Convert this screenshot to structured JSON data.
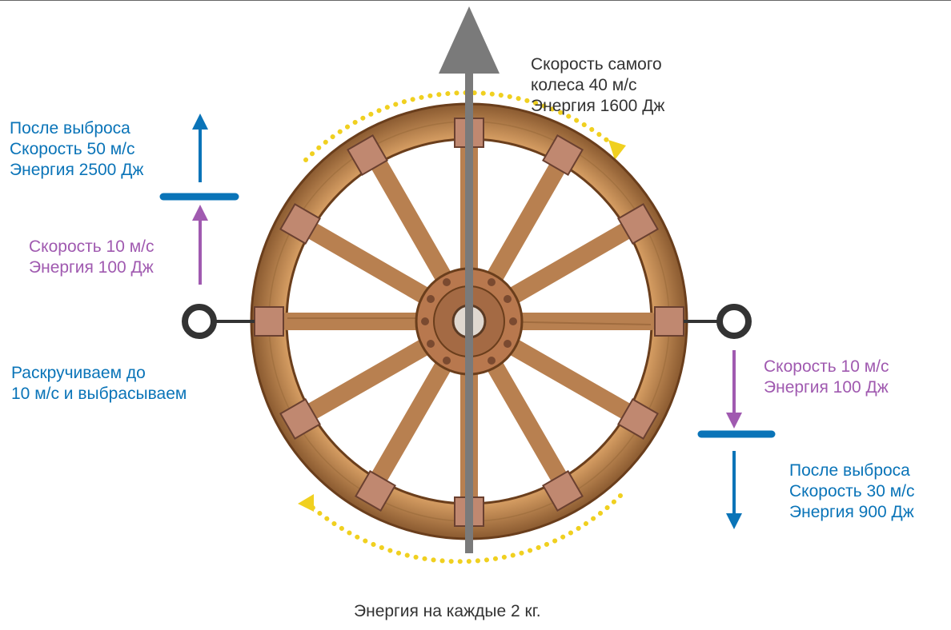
{
  "colors": {
    "wood_light": "#c8925a",
    "wood_dark": "#7a4a24",
    "metal": "#b87c60",
    "dots": "#f0d020",
    "axis_arrow": "#7a7a7a",
    "blue": "#0a74b8",
    "purple": "#a05ab0",
    "weight_ring": "#333333"
  },
  "wheel_speed": {
    "line1": "Скорость самого",
    "line2": "колеса 40 м/с",
    "line3": "Энергия 1600 Дж"
  },
  "left_after": {
    "line1": "После выброса",
    "line2": "Скорость 50 м/с",
    "line3": "Энергия 2500 Дж"
  },
  "left_before": {
    "line1": "Скорость 10 м/с",
    "line2": "Энергия 100 Дж"
  },
  "spin_note": {
    "line1": "Раскручиваем до",
    "line2": "10 м/с и выбрасываем"
  },
  "right_before": {
    "line1": "Скорость 10 м/с",
    "line2": "Энергия 100 Дж"
  },
  "right_after": {
    "line1": "После выброса",
    "line2": "Скорость 30 м/с",
    "line3": "Энергия 900 Дж"
  },
  "caption": "Энергия на каждые 2 кг."
}
